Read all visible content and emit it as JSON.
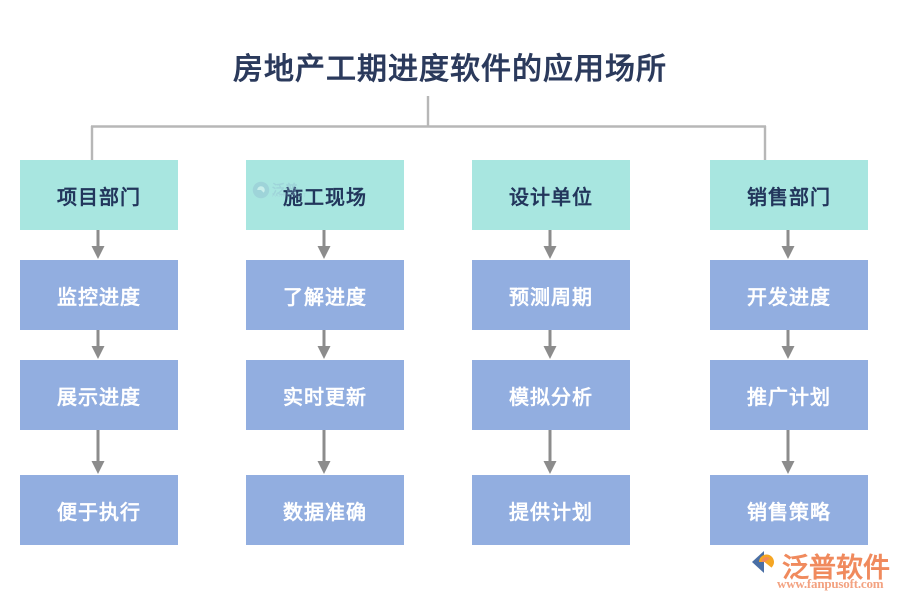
{
  "title": "房地产工期进度软件的应用场所",
  "colors": {
    "title_text": "#2b3a5c",
    "header_fill": "#a8e6e0",
    "header_text": "#22365c",
    "body_fill": "#92aee0",
    "body_text": "#ffffff",
    "connector": "#b7b7b7",
    "arrow": "#8c8c8c",
    "logo_text": "#f08a5d",
    "logo_url": "#f3a281",
    "background": "#ffffff"
  },
  "columns": [
    {
      "header": "项目部门",
      "items": [
        "监控进度",
        "展示进度",
        "便于执行"
      ]
    },
    {
      "header": "施工现场",
      "items": [
        "了解进度",
        "实时更新",
        "数据准确"
      ]
    },
    {
      "header": "设计单位",
      "items": [
        "预测周期",
        "模拟分析",
        "提供计划"
      ]
    },
    {
      "header": "销售部门",
      "items": [
        "开发进度",
        "推广计划",
        "销售策略"
      ]
    }
  ],
  "watermark": {
    "name": "泛普",
    "sub": "FANPU SOFT"
  },
  "logo": {
    "name": "泛普软件",
    "url": "www.fanpusoft.com"
  }
}
